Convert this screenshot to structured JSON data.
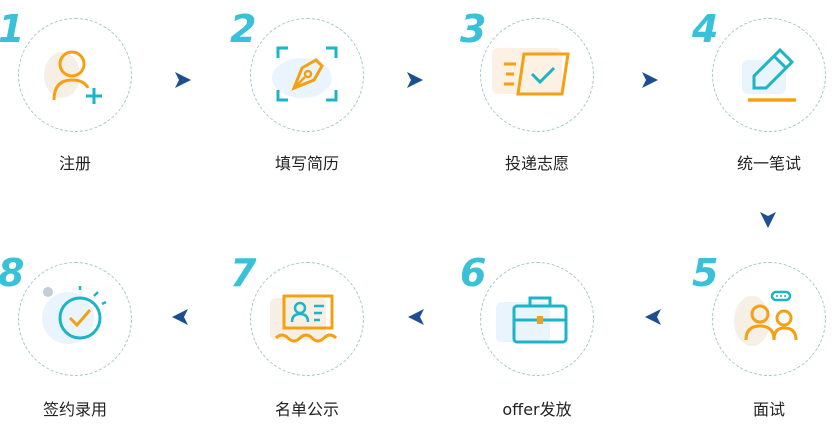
{
  "steps": [
    {
      "num": "1",
      "label": "注册",
      "icon": "user-add-icon"
    },
    {
      "num": "2",
      "label": "填写简历",
      "icon": "pen-nib-icon"
    },
    {
      "num": "3",
      "label": "投递志愿",
      "icon": "send-card-icon"
    },
    {
      "num": "4",
      "label": "统一笔试",
      "icon": "edit-pen-icon"
    },
    {
      "num": "5",
      "label": "面试",
      "icon": "interview-people-icon"
    },
    {
      "num": "6",
      "label": "offer发放",
      "icon": "briefcase-icon"
    },
    {
      "num": "7",
      "label": "名单公示",
      "icon": "id-card-icon"
    },
    {
      "num": "8",
      "label": "签约录用",
      "icon": "clock-check-icon"
    }
  ],
  "colors": {
    "orange": "#f5a011",
    "teal": "#1cb5c8",
    "number": "#38c1d9",
    "arrow": "#1c4f8f",
    "dash": "#9ec9c9"
  }
}
